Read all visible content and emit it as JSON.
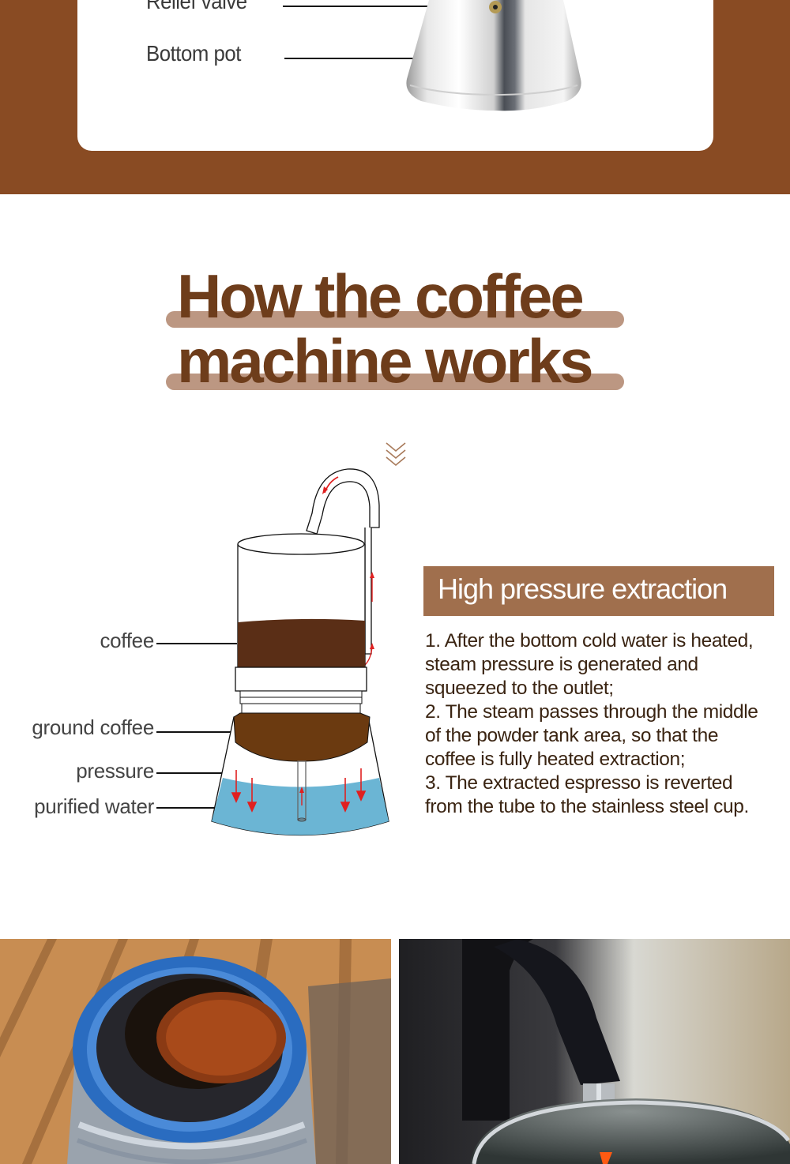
{
  "product_parts": {
    "labels": [
      {
        "text": "Relief valve"
      },
      {
        "text": "Bottom pot"
      }
    ]
  },
  "title": {
    "line1": "How the coffee",
    "line2": "machine works"
  },
  "scroll_indicator": {
    "icon": "triple-chevron-down-icon"
  },
  "diagram": {
    "labels": [
      {
        "text": "coffee"
      },
      {
        "text": "ground coffee"
      },
      {
        "text": "pressure"
      },
      {
        "text": "purified water"
      }
    ]
  },
  "panel": {
    "header": "High pressure extraction",
    "lines": [
      "1. After the bottom cold water is heated,",
      "steam pressure is generated and",
      "squeezed to the outlet;",
      "2. The steam passes through the middle",
      "of the powder tank area, so that the",
      "coffee is fully heated extraction;",
      "3. The extracted espresso is reverted",
      "from the tube to the stainless steel cup."
    ]
  },
  "photos": [
    {
      "alt": "Ground coffee in moka pot funnel"
    },
    {
      "alt": "Espresso pouring from moka pot spout into steel cup"
    }
  ],
  "colors": {
    "band_brown": "#894b23",
    "title_brown": "#6e3d1b",
    "title_bar": "#bc9782",
    "panel_header": "#a06f4d",
    "coffee": "#5a2e16",
    "ground_coffee": "#6b3a10",
    "water": "#6bb5d4",
    "arrow_red": "#e02020"
  }
}
